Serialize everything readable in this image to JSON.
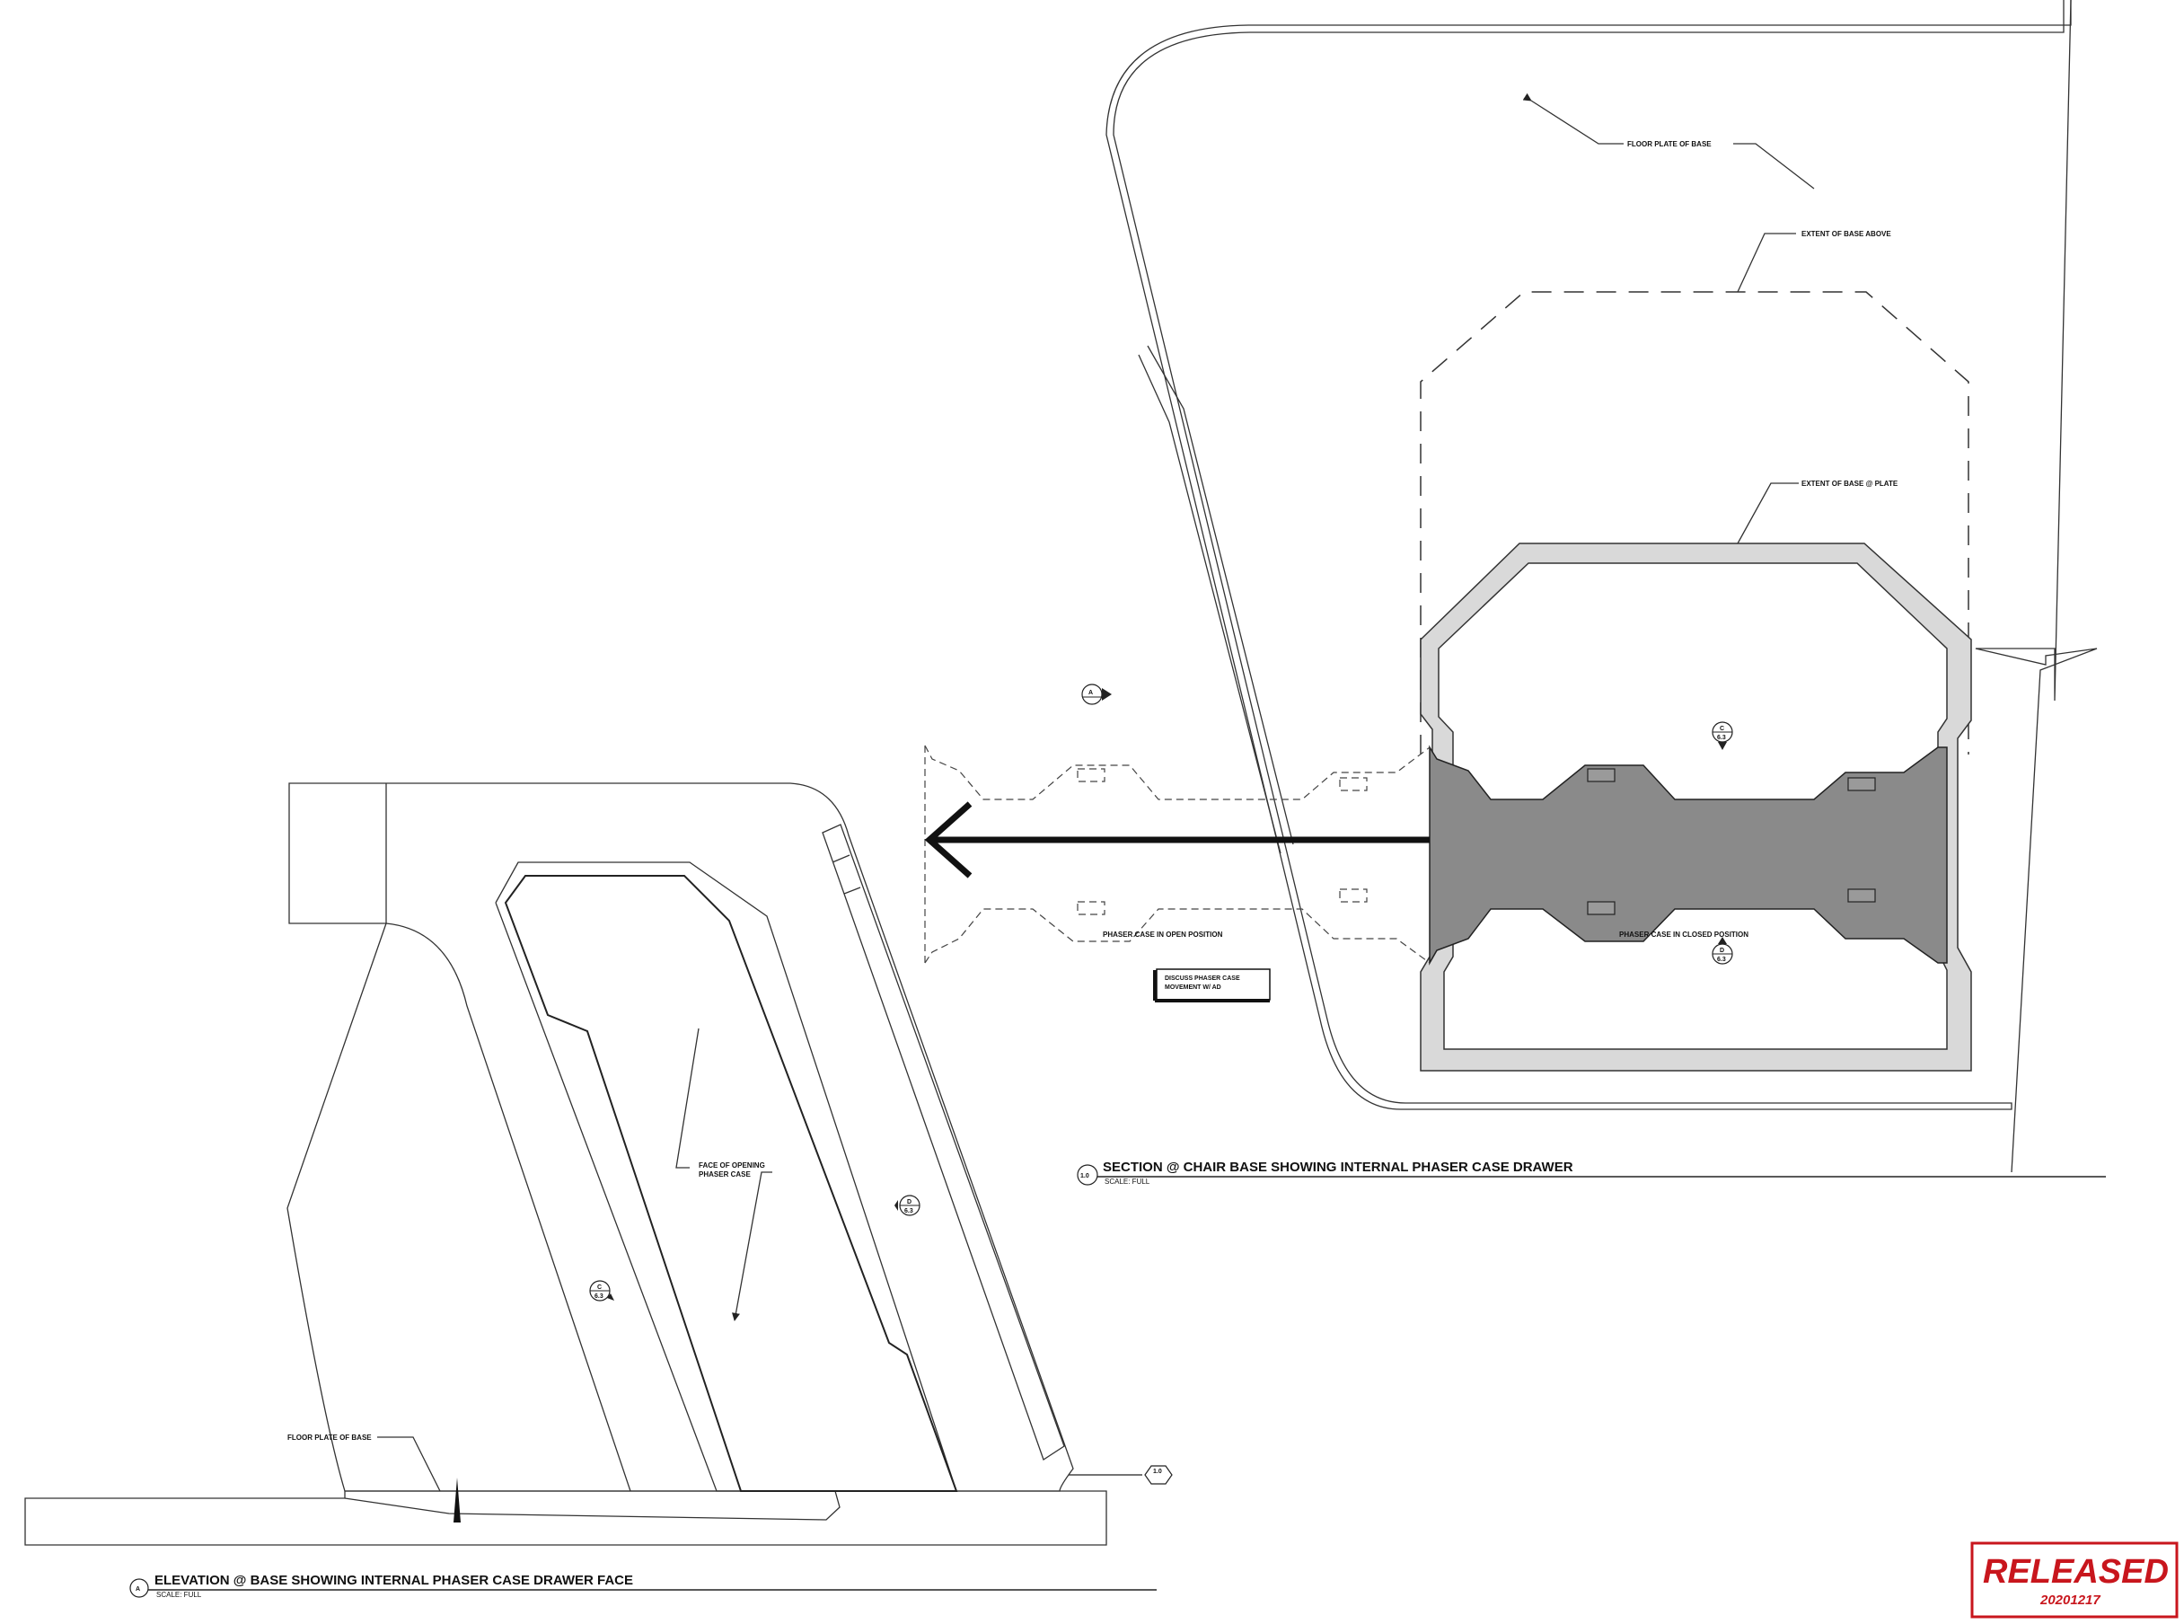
{
  "drawing": {
    "plan_view": {
      "title": "SECTION @ CHAIR BASE SHOWING INTERNAL PHASER CASE DRAWER",
      "ref_number": "1.0",
      "scale": "SCALE: FULL",
      "labels": {
        "floor_plate": "FLOOR PLATE OF BASE",
        "extent_above": "EXTENT OF BASE ABOVE",
        "extent_plate": "EXTENT OF BASE @ PLATE",
        "open_position": "PHASER CASE IN OPEN POSITION",
        "closed_position": "PHASER CASE IN CLOSED POSITION"
      },
      "note_box": {
        "line1": "DISCUSS PHASER CASE",
        "line2": "MOVEMENT W/ AD"
      },
      "section_marker": {
        "letter": "A"
      },
      "detail_c": {
        "letter": "C",
        "sheet": "6.3"
      },
      "detail_d": {
        "letter": "D",
        "sheet": "6.3"
      }
    },
    "elevation_view": {
      "title": "ELEVATION @ BASE SHOWING INTERNAL PHASER CASE DRAWER FACE",
      "ref_letter": "A",
      "scale": "SCALE: FULL",
      "labels": {
        "face_line1": "FACE OF OPENING",
        "face_line2": "PHASER CASE",
        "floor_plate": "FLOOR PLATE OF BASE"
      },
      "level_tag": "1.0",
      "detail_c": {
        "letter": "C",
        "sheet": "6.3"
      },
      "detail_d": {
        "letter": "D",
        "sheet": "6.3"
      }
    },
    "stamp": {
      "status": "RELEASED",
      "date": "20201217",
      "color": "#c8161d"
    }
  }
}
